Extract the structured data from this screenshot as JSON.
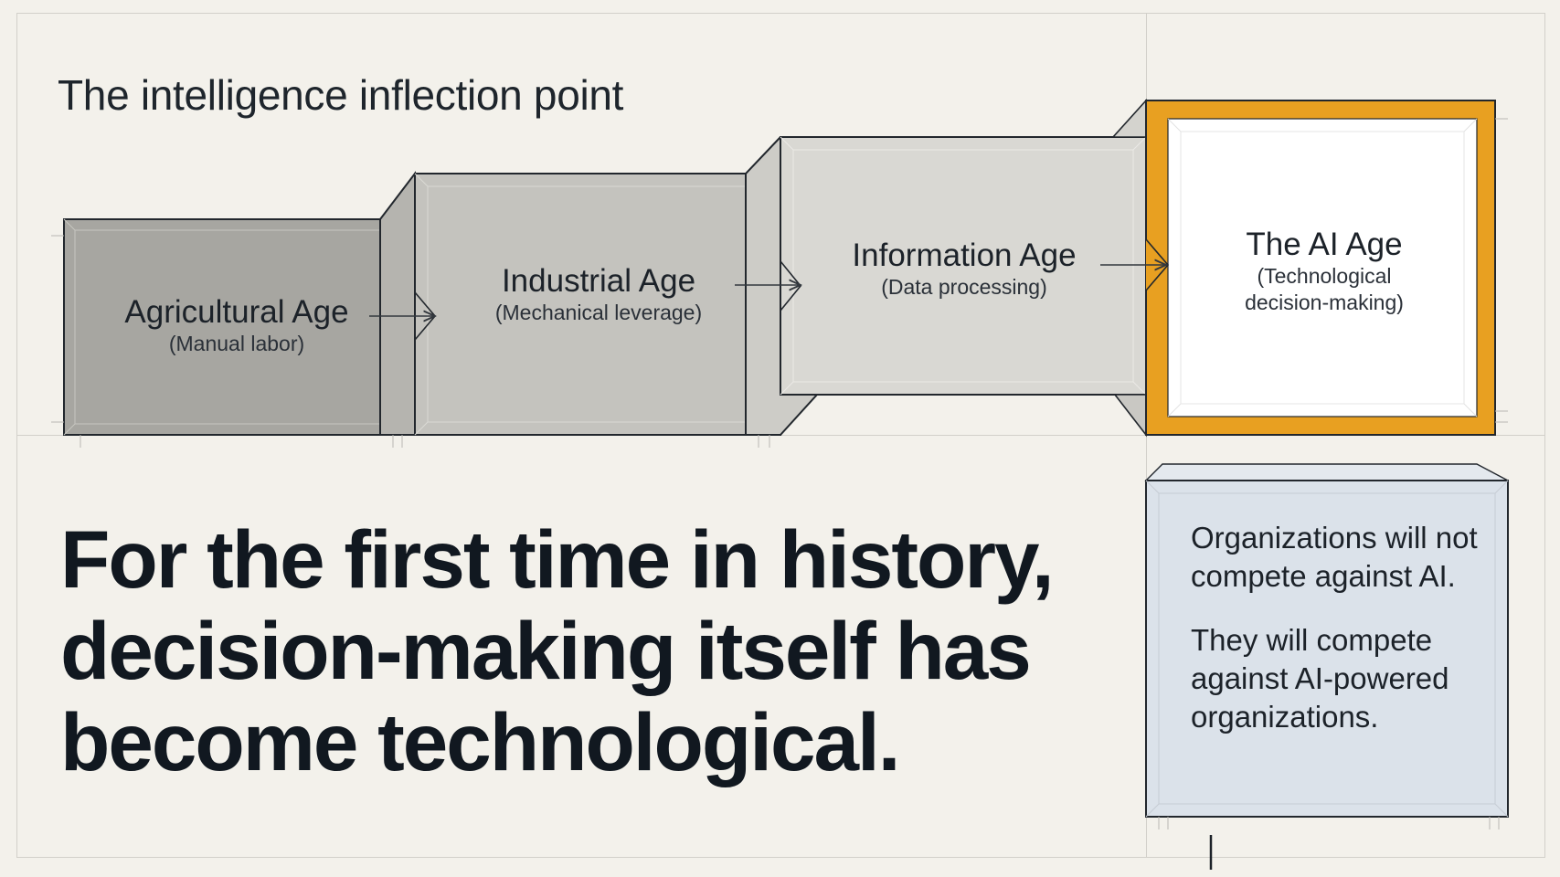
{
  "title": "The intelligence inflection point",
  "stages": [
    {
      "name": "Agricultural Age",
      "subtitle": "(Manual labor)",
      "color": "#a7a6a1"
    },
    {
      "name": "Industrial Age",
      "subtitle": "(Mechanical leverage)",
      "color": "#c4c3be"
    },
    {
      "name": "Information Age",
      "subtitle": "(Data processing)",
      "color": "#d9d8d3"
    },
    {
      "name": "The AI Age",
      "subtitle_lines": [
        "(Technological",
        "decision-making)"
      ],
      "color": "#ffffff",
      "border_color": "#e8a021"
    }
  ],
  "headline": {
    "lines": [
      "For the first time in history,",
      "decision-making itself has",
      "become technological."
    ]
  },
  "note": {
    "paragraph1": "Organizations will not compete against AI.",
    "paragraph2": "They will compete against AI-powered organizations.",
    "background": "#dbe2ea"
  },
  "colors": {
    "background": "#f3f1eb",
    "accent": "#e8a021",
    "ink": "#161b22"
  }
}
